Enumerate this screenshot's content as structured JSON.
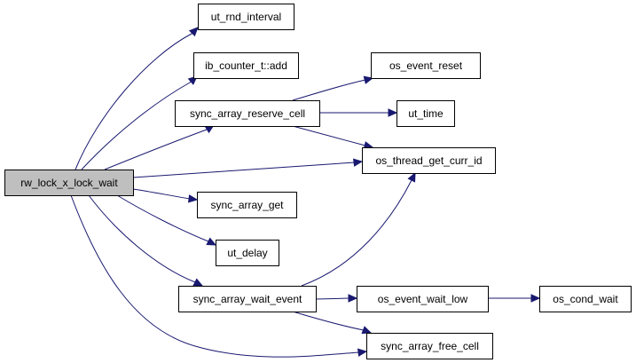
{
  "graph": {
    "root": "rw_lock_x_lock_wait",
    "nodes": [
      {
        "id": "rw_lock_x_lock_wait",
        "label": "rw_lock_x_lock_wait"
      },
      {
        "id": "ut_rnd_interval",
        "label": "ut_rnd_interval"
      },
      {
        "id": "ib_counter_t_add",
        "label": "ib_counter_t::add"
      },
      {
        "id": "sync_array_reserve_cell",
        "label": "sync_array_reserve_cell"
      },
      {
        "id": "os_event_reset",
        "label": "os_event_reset"
      },
      {
        "id": "ut_time",
        "label": "ut_time"
      },
      {
        "id": "os_thread_get_curr_id",
        "label": "os_thread_get_curr_id"
      },
      {
        "id": "sync_array_get",
        "label": "sync_array_get"
      },
      {
        "id": "ut_delay",
        "label": "ut_delay"
      },
      {
        "id": "sync_array_wait_event",
        "label": "sync_array_wait_event"
      },
      {
        "id": "os_event_wait_low",
        "label": "os_event_wait_low"
      },
      {
        "id": "os_cond_wait",
        "label": "os_cond_wait"
      },
      {
        "id": "sync_array_free_cell",
        "label": "sync_array_free_cell"
      }
    ],
    "edges": [
      {
        "from": "rw_lock_x_lock_wait",
        "to": "ut_rnd_interval"
      },
      {
        "from": "rw_lock_x_lock_wait",
        "to": "ib_counter_t_add"
      },
      {
        "from": "rw_lock_x_lock_wait",
        "to": "sync_array_reserve_cell"
      },
      {
        "from": "rw_lock_x_lock_wait",
        "to": "os_thread_get_curr_id"
      },
      {
        "from": "rw_lock_x_lock_wait",
        "to": "sync_array_get"
      },
      {
        "from": "rw_lock_x_lock_wait",
        "to": "ut_delay"
      },
      {
        "from": "rw_lock_x_lock_wait",
        "to": "sync_array_wait_event"
      },
      {
        "from": "rw_lock_x_lock_wait",
        "to": "sync_array_free_cell"
      },
      {
        "from": "sync_array_reserve_cell",
        "to": "os_event_reset"
      },
      {
        "from": "sync_array_reserve_cell",
        "to": "ut_time"
      },
      {
        "from": "sync_array_reserve_cell",
        "to": "os_thread_get_curr_id"
      },
      {
        "from": "sync_array_wait_event",
        "to": "os_thread_get_curr_id"
      },
      {
        "from": "sync_array_wait_event",
        "to": "os_event_wait_low"
      },
      {
        "from": "sync_array_wait_event",
        "to": "sync_array_free_cell"
      },
      {
        "from": "os_event_wait_low",
        "to": "os_cond_wait"
      }
    ]
  },
  "colors": {
    "edge": "#191970",
    "root_fill": "#bfbfbf",
    "node_fill": "#ffffff",
    "node_stroke": "#000000"
  }
}
